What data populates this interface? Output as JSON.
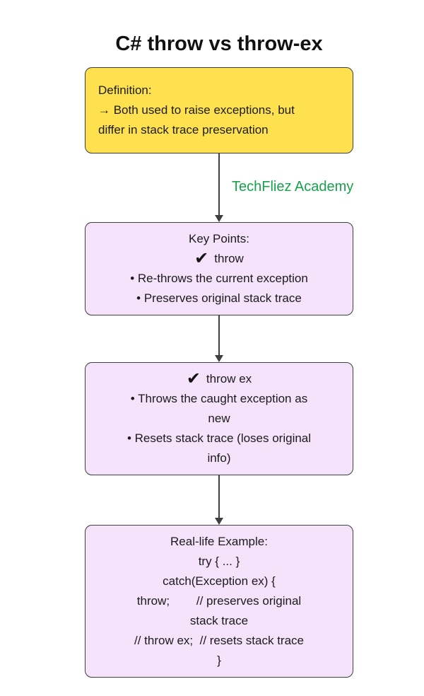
{
  "title": "C# throw vs throw-ex",
  "watermark": "TechFliez Academy",
  "icons": {
    "check": "✔"
  },
  "colors": {
    "definition_fill": "#FFE14F",
    "node_fill": "#F4E3FB",
    "node_border": "#3F3F3F",
    "watermark_green": "#17A24B",
    "arrow": "#3F3F3F"
  },
  "definition": {
    "lines": [
      "Definition:",
      "→ Both used to raise exceptions, but",
      "differ in stack trace preservation"
    ]
  },
  "key_points": {
    "heading": "Key Points:",
    "check_item": "throw",
    "lines": [
      "• Re-throws the current exception",
      "• Preserves original stack trace"
    ]
  },
  "throw_ex": {
    "check_item": "throw ex",
    "lines": [
      "• Throws the caught exception as",
      "new",
      "• Resets stack trace (loses original",
      "info)"
    ]
  },
  "example": {
    "lines": [
      "Real-life Example:",
      "try { ... }",
      "catch(Exception ex) {",
      "throw;        // preserves original",
      "stack trace",
      "// throw ex;  // resets stack trace",
      "}"
    ]
  }
}
